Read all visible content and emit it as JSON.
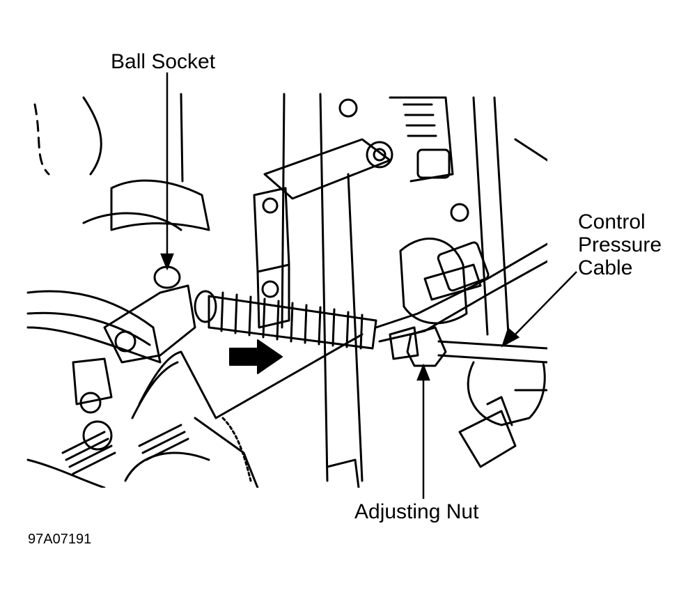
{
  "labels": {
    "ball_socket": "Ball Socket",
    "control_pressure_cable": [
      "Control",
      "Pressure",
      "Cable"
    ],
    "adjusting_nut": "Adjusting Nut",
    "figure_code": "97A07191"
  }
}
